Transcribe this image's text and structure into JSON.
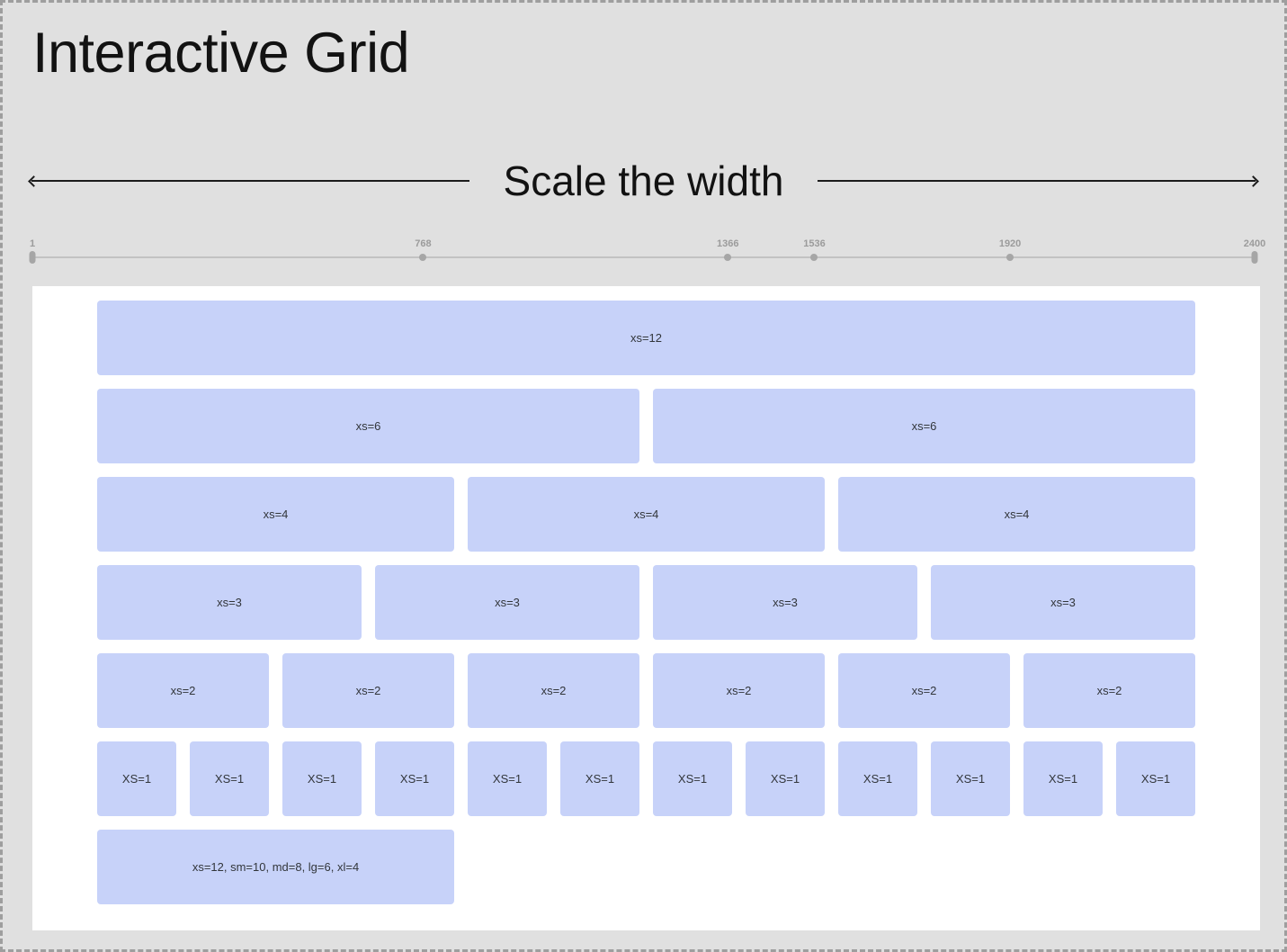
{
  "header": {
    "title": "Interactive Grid"
  },
  "scale": {
    "label": "Scale the width"
  },
  "slider": {
    "min": 1,
    "max": 2400,
    "marks": [
      {
        "label": "1",
        "value": 1
      },
      {
        "label": "768",
        "value": 768
      },
      {
        "label": "1366",
        "value": 1366
      },
      {
        "label": "1536",
        "value": 1536
      },
      {
        "label": "1920",
        "value": 1920
      },
      {
        "label": "2400",
        "value": 2400
      }
    ]
  },
  "grid": {
    "rows": [
      {
        "cells": [
          {
            "label": "xs=12",
            "span": 12
          }
        ]
      },
      {
        "cells": [
          {
            "label": "xs=6",
            "span": 6
          },
          {
            "label": "xs=6",
            "span": 6
          }
        ]
      },
      {
        "cells": [
          {
            "label": "xs=4",
            "span": 4
          },
          {
            "label": "xs=4",
            "span": 4
          },
          {
            "label": "xs=4",
            "span": 4
          }
        ]
      },
      {
        "cells": [
          {
            "label": "xs=3",
            "span": 3
          },
          {
            "label": "xs=3",
            "span": 3
          },
          {
            "label": "xs=3",
            "span": 3
          },
          {
            "label": "xs=3",
            "span": 3
          }
        ]
      },
      {
        "cells": [
          {
            "label": "xs=2",
            "span": 2
          },
          {
            "label": "xs=2",
            "span": 2
          },
          {
            "label": "xs=2",
            "span": 2
          },
          {
            "label": "xs=2",
            "span": 2
          },
          {
            "label": "xs=2",
            "span": 2
          },
          {
            "label": "xs=2",
            "span": 2
          }
        ]
      },
      {
        "cells": [
          {
            "label": "XS=1",
            "span": 1
          },
          {
            "label": "XS=1",
            "span": 1
          },
          {
            "label": "XS=1",
            "span": 1
          },
          {
            "label": "XS=1",
            "span": 1
          },
          {
            "label": "XS=1",
            "span": 1
          },
          {
            "label": "XS=1",
            "span": 1
          },
          {
            "label": "XS=1",
            "span": 1
          },
          {
            "label": "XS=1",
            "span": 1
          },
          {
            "label": "XS=1",
            "span": 1
          },
          {
            "label": "XS=1",
            "span": 1
          },
          {
            "label": "XS=1",
            "span": 1
          },
          {
            "label": "XS=1",
            "span": 1
          }
        ]
      },
      {
        "cells": [
          {
            "label": "xs=12, sm=10, md=8, lg=6, xl=4",
            "span": 4
          }
        ]
      }
    ]
  },
  "colors": {
    "page_background": "#e0e0e0",
    "panel_background": "#ffffff",
    "cell_background": "#c7d2f9",
    "cell_text": "#32363b",
    "slider_gray": "#a6a6a6",
    "mark_label": "#9b9b9b",
    "border_dash": "#9e9e9e",
    "heading_text": "#121212"
  }
}
